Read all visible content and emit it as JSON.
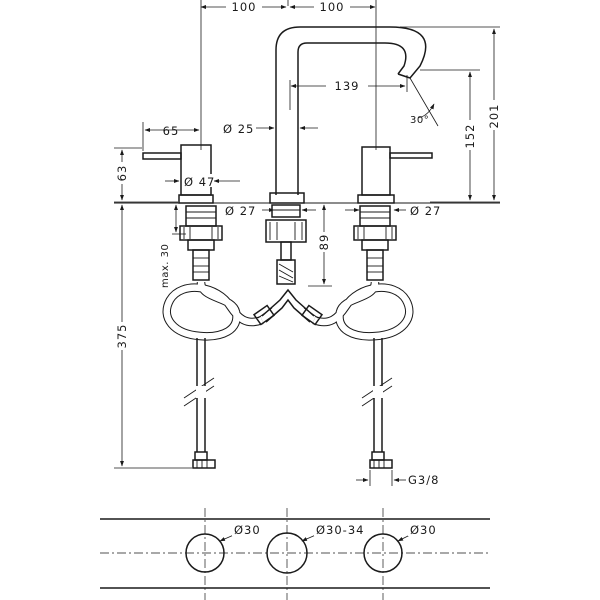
{
  "dimensions": {
    "left_to_center": "100",
    "center_to_right": "100",
    "spout_reach": "139",
    "spout_angle": "30°",
    "height_total": "201",
    "height_outlet": "152",
    "handle_length": "65",
    "spout_diameter": "Ø 25",
    "handle_height": "63",
    "rosette_diameter": "Ø 47",
    "left_hole": "Ø 27",
    "right_hole": "Ø 27",
    "max_deck": "max. 30",
    "valve_depth": "89",
    "hose_length": "375",
    "connection": "G3/8"
  },
  "top_view": {
    "hole_left": "Ø30",
    "hole_center": "Ø30-34",
    "hole_right": "Ø30"
  }
}
